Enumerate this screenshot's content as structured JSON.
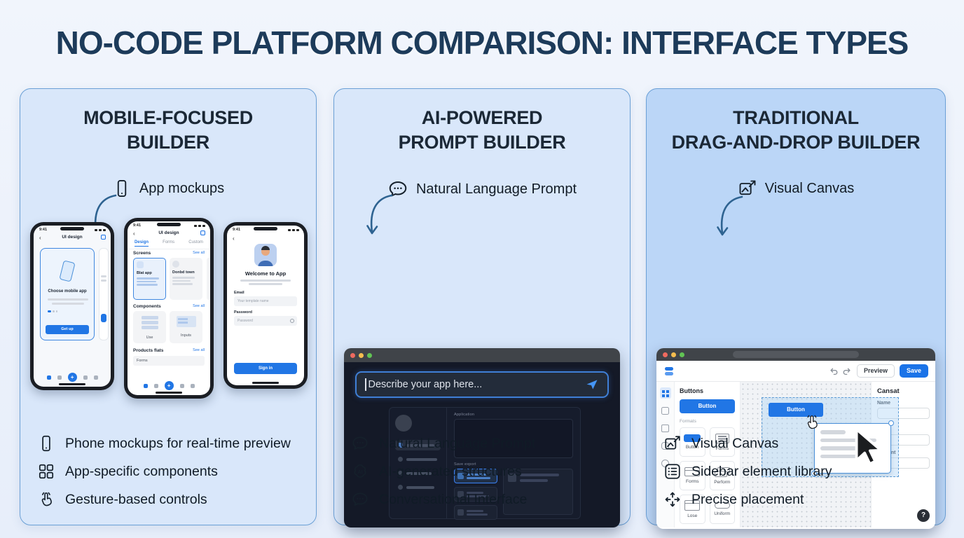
{
  "page": {
    "title": "NO-CODE PLATFORM COMPARISON: INTERFACE TYPES"
  },
  "shared": {
    "see_all": "See all",
    "time": "9:41",
    "back": "‹"
  },
  "colors": {
    "page_bg": "#edf3fb",
    "panel_bg": "#d9e7fa",
    "panel3_bg": "#bbd6f7",
    "panel_border": "#6ba0d6",
    "title_color": "#1d3b5a",
    "accent_blue": "#2176e5",
    "dark_window_bg": "#141927"
  },
  "panel1": {
    "title_line1": "MOBILE-FOCUSED",
    "title_line2": "BUILDER",
    "callout_label": "App mockups",
    "features": [
      {
        "icon": "phone-icon",
        "label": "Phone mockups for real-time preview"
      },
      {
        "icon": "components-grid-icon",
        "label": "App-specific components"
      },
      {
        "icon": "gesture-icon",
        "label": "Gesture-based controls"
      }
    ],
    "phone1": {
      "nav_title": "UI design",
      "card_title": "Choose mobile app",
      "cta": "Get up"
    },
    "phone2": {
      "nav_title": "UI design",
      "tabs": [
        "Design",
        "Forms",
        "Custom"
      ],
      "section1": "Screens",
      "card1_title": "Blat app",
      "card2_title": "Donbd town",
      "section2": "Components",
      "thumb1_label": "Use",
      "thumb2_label": "Inputs",
      "section3": "Products flats",
      "row_label": "Forms"
    },
    "phone3": {
      "heading": "Welcome to App",
      "email_label": "Email",
      "email_placeholder": "Your template name",
      "password_label": "Password",
      "password_placeholder": "Password",
      "cta": "Sign in"
    }
  },
  "panel2": {
    "title_line1": "AI-POWERED",
    "title_line2": "PROMPT BUILDER",
    "callout_label": "Natural Language Prompt",
    "features": [
      {
        "icon": "chat-bubble-icon",
        "label": "Natural Language Prompt"
      },
      {
        "icon": "ai-brain-icon",
        "label": "AI-generated structures"
      },
      {
        "icon": "chat-bubble-icon",
        "label": "Conversational Interface"
      }
    ],
    "window": {
      "prompt_placeholder": "Describe your app here...",
      "app_label": "Application",
      "export_label": "Save export"
    }
  },
  "panel3": {
    "title_line1": "TRADITIONAL",
    "title_line2": "DRAG-AND-DROP BUILDER",
    "callout_label": "Visual Canvas",
    "features": [
      {
        "icon": "visual-canvas-icon",
        "label": "Visual Canvas"
      },
      {
        "icon": "list-library-icon",
        "label": "Sidebar element library"
      },
      {
        "icon": "move-arrows-icon",
        "label": "Precise placement"
      }
    ],
    "builder": {
      "preview_label": "Preview",
      "save_label": "Save",
      "library_header": "Buttons",
      "library_button": "Button",
      "library_section": "Formats",
      "cards": [
        {
          "label": "Button"
        },
        {
          "label": "Forms"
        },
        {
          "label": "Forms"
        },
        {
          "label": "Perform"
        },
        {
          "label": "Lose"
        },
        {
          "label": "Uniform"
        }
      ],
      "canvas_button": "Button",
      "props_header": "Cansat",
      "field1_label": "Name",
      "field2_label": "Email",
      "field3_label": "Content",
      "help_label": "?"
    }
  }
}
